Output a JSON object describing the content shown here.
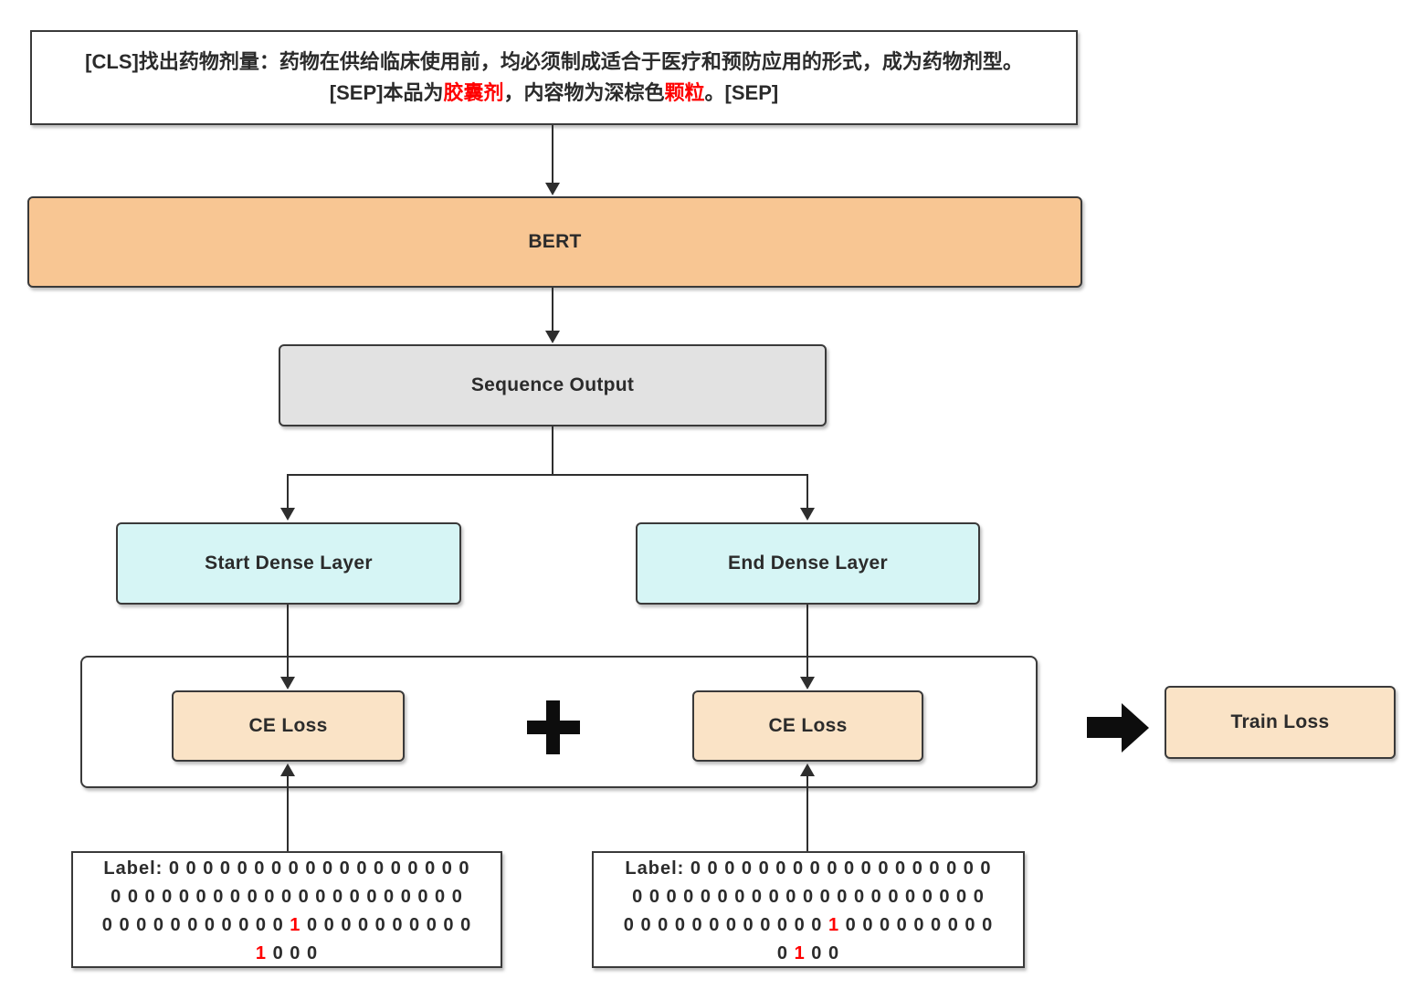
{
  "colors": {
    "red": "#ff0000",
    "bert_fill": "#f8c693",
    "peach_fill": "#fae3c6",
    "cyan_fill": "#d6f5f5",
    "gray_fill": "#e2e2e2",
    "border": "#3a3a3a",
    "arrow": "#2e2e2e"
  },
  "input_box": {
    "line1_segments": [
      {
        "t": "[CLS]找出药物剂量：药物在供给临床使用前，均必须制成适合于医疗和预防应用的形式，成为药物剂型。",
        "red": false
      }
    ],
    "line2_segments": [
      {
        "t": "[SEP]本品为",
        "red": false
      },
      {
        "t": "胶囊剂",
        "red": true
      },
      {
        "t": "，内容物为深棕色",
        "red": false
      },
      {
        "t": "颗粒",
        "red": true
      },
      {
        "t": "。[SEP]",
        "red": false
      }
    ]
  },
  "nodes": {
    "bert": "BERT",
    "sequence_output": "Sequence Output",
    "start_dense": "Start Dense Layer",
    "end_dense": "End Dense Layer",
    "ce_loss_left": "CE Loss",
    "ce_loss_right": "CE Loss",
    "train_loss": "Train Loss"
  },
  "start_label_box": {
    "lines": [
      [
        {
          "t": "Label: 0 0 0 0 0 0 0 0 0 0 0 0 0 0 0 0 0 0",
          "red": false
        }
      ],
      [
        {
          "t": "0 0 0 0 0 0 0 0 0 0 0 0 0 0 0 0 0 0 0 0 0",
          "red": false
        }
      ],
      [
        {
          "t": "0 0 0 0 0 0 0 0 0 0 0 ",
          "red": false
        },
        {
          "t": "1",
          "red": true
        },
        {
          "t": " 0 0 0 0 0 0 0 0 0 0",
          "red": false
        }
      ],
      [
        {
          "t": "1",
          "red": true
        },
        {
          "t": " 0 0 0",
          "red": false
        }
      ]
    ]
  },
  "end_label_box": {
    "lines": [
      [
        {
          "t": "Label: 0 0 0 0 0 0 0 0 0 0 0 0 0 0 0 0 0 0",
          "red": false
        }
      ],
      [
        {
          "t": "0 0 0 0 0 0 0 0 0 0 0 0 0 0 0 0 0 0 0 0 0",
          "red": false
        }
      ],
      [
        {
          "t": "0 0 0 0 0 0 0 0 0 0 0 0 ",
          "red": false
        },
        {
          "t": "1",
          "red": true
        },
        {
          "t": " 0 0 0 0 0 0 0 0 0",
          "red": false
        }
      ],
      [
        {
          "t": "0 ",
          "red": false
        },
        {
          "t": "1",
          "red": true
        },
        {
          "t": " 0 0",
          "red": false
        }
      ]
    ]
  }
}
